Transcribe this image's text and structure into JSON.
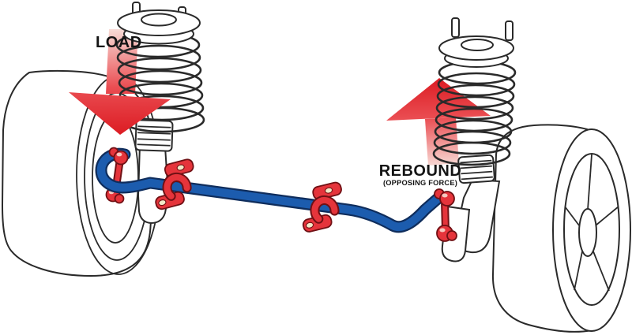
{
  "diagram": {
    "background_color": "#ffffff",
    "labels": {
      "load": "LOAD",
      "rebound": "REBOUND",
      "rebound_sub": "(OPPOSING FORCE)"
    },
    "colors": {
      "sway_bar_blue": "#1c5cae",
      "sway_bar_outline": "#0f2d5c",
      "component_red": "#e5343b",
      "component_red_outline": "#701014",
      "bolt_hole_cream": "#f3e9c8",
      "highlight_pink": "#f6c9c0",
      "arrow_deep_red": "#dc1b22",
      "arrow_pale_pink": "#f8ddd8",
      "line_art_dark": "#2a2a2a",
      "label_black": "#141414"
    }
  }
}
